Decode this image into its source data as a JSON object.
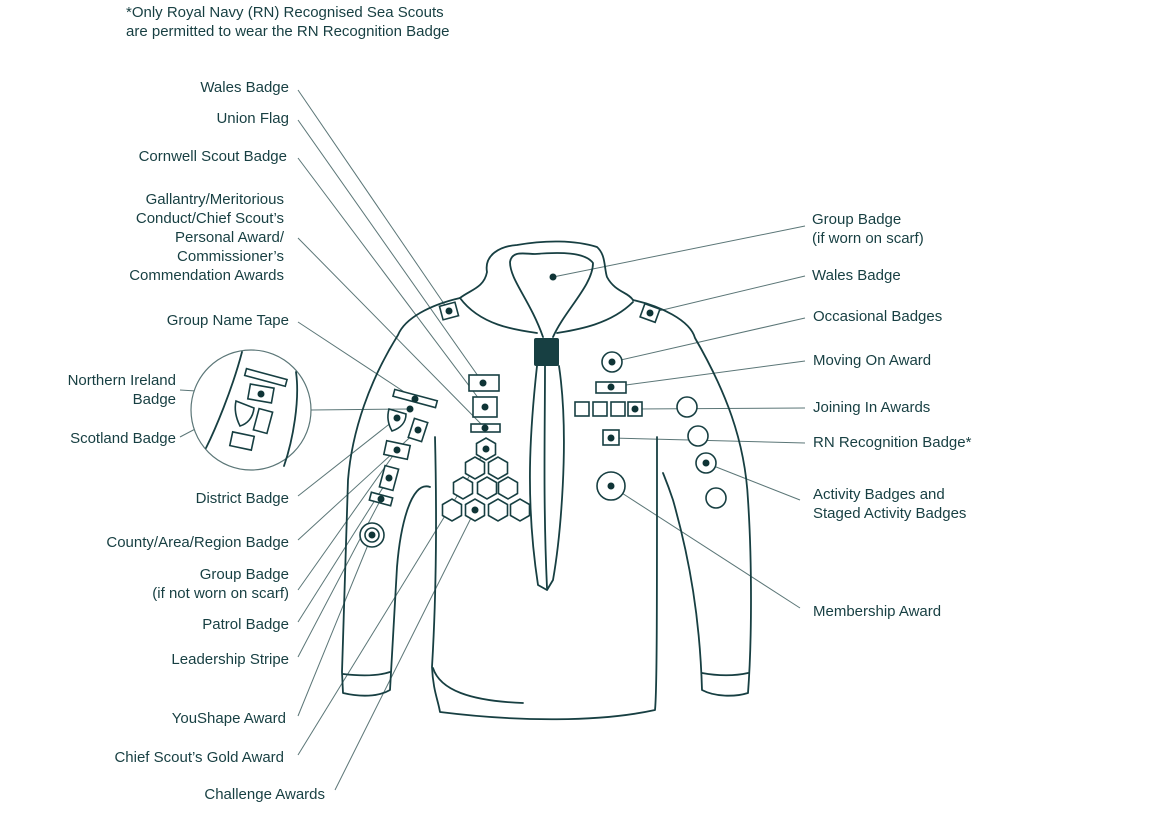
{
  "note": [
    "*Only Royal Navy (RN) Recognised Sea Scouts",
    "are permitted to wear the RN Recognition Badge"
  ],
  "left_labels": {
    "wales_badge": "Wales Badge",
    "union_flag": "Union Flag",
    "cornwell": "Cornwell Scout Badge",
    "gallantry": [
      "Gallantry/Meritorious",
      "Conduct/Chief Scout’s",
      "Personal Award/",
      "Commissioner’s",
      "Commendation Awards"
    ],
    "group_name_tape": "Group Name Tape",
    "northern_ireland": [
      "Northern Ireland",
      "Badge"
    ],
    "scotland": "Scotland Badge",
    "district": "District Badge",
    "county": "County/Area/Region Badge",
    "group_badge": [
      "Group Badge",
      "(if not worn on scarf)"
    ],
    "patrol": "Patrol Badge",
    "leadership": "Leadership Stripe",
    "youshape": "YouShape Award",
    "gold": "Chief Scout’s Gold Award",
    "challenge": "Challenge Awards"
  },
  "right_labels": {
    "group_badge": [
      "Group Badge",
      "(if worn on scarf)"
    ],
    "wales_badge": "Wales Badge",
    "occasional": "Occasional Badges",
    "moving_on": "Moving On Award",
    "joining_in": "Joining In Awards",
    "rn": "RN Recognition Badge*",
    "activity": [
      "Activity Badges and",
      "Staged Activity Badges"
    ],
    "membership": "Membership Award"
  },
  "colors": {
    "ink": "#173f42",
    "leader": "#5b7677"
  }
}
